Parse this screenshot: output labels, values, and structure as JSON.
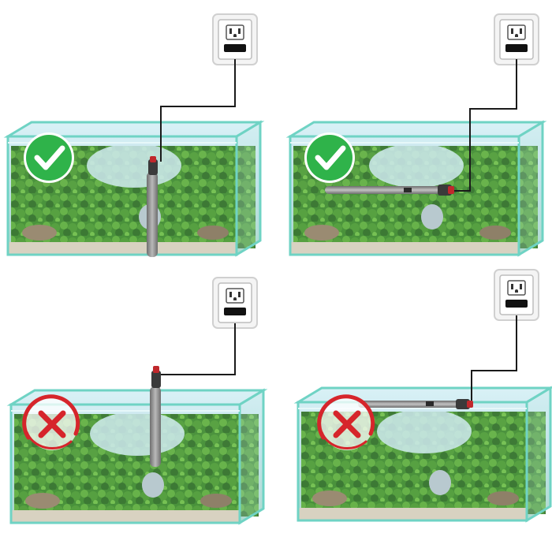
{
  "panels": [
    {
      "id": "top-left",
      "verdict": "correct",
      "mount": "vertical-submerged"
    },
    {
      "id": "top-right",
      "verdict": "correct",
      "mount": "horizontal-submerged"
    },
    {
      "id": "bottom-left",
      "verdict": "incorrect",
      "mount": "vertical-above-water"
    },
    {
      "id": "bottom-right",
      "verdict": "incorrect",
      "mount": "horizontal-at-surface"
    }
  ],
  "icons": {
    "correct": "checkmark-icon",
    "incorrect": "cross-icon",
    "outlet": "power-outlet-icon"
  },
  "colors": {
    "correct_badge": "#2fb34a",
    "incorrect_mark": "#d6252b",
    "glass_edge": "#6fd3c4",
    "water": "#bfe4ef",
    "plant": "#3f8f2c",
    "heater": "#8a8a8a",
    "heater_cap": "#c0282c",
    "cable": "#1a1a1a",
    "outlet_frame": "#e8e8e8"
  }
}
